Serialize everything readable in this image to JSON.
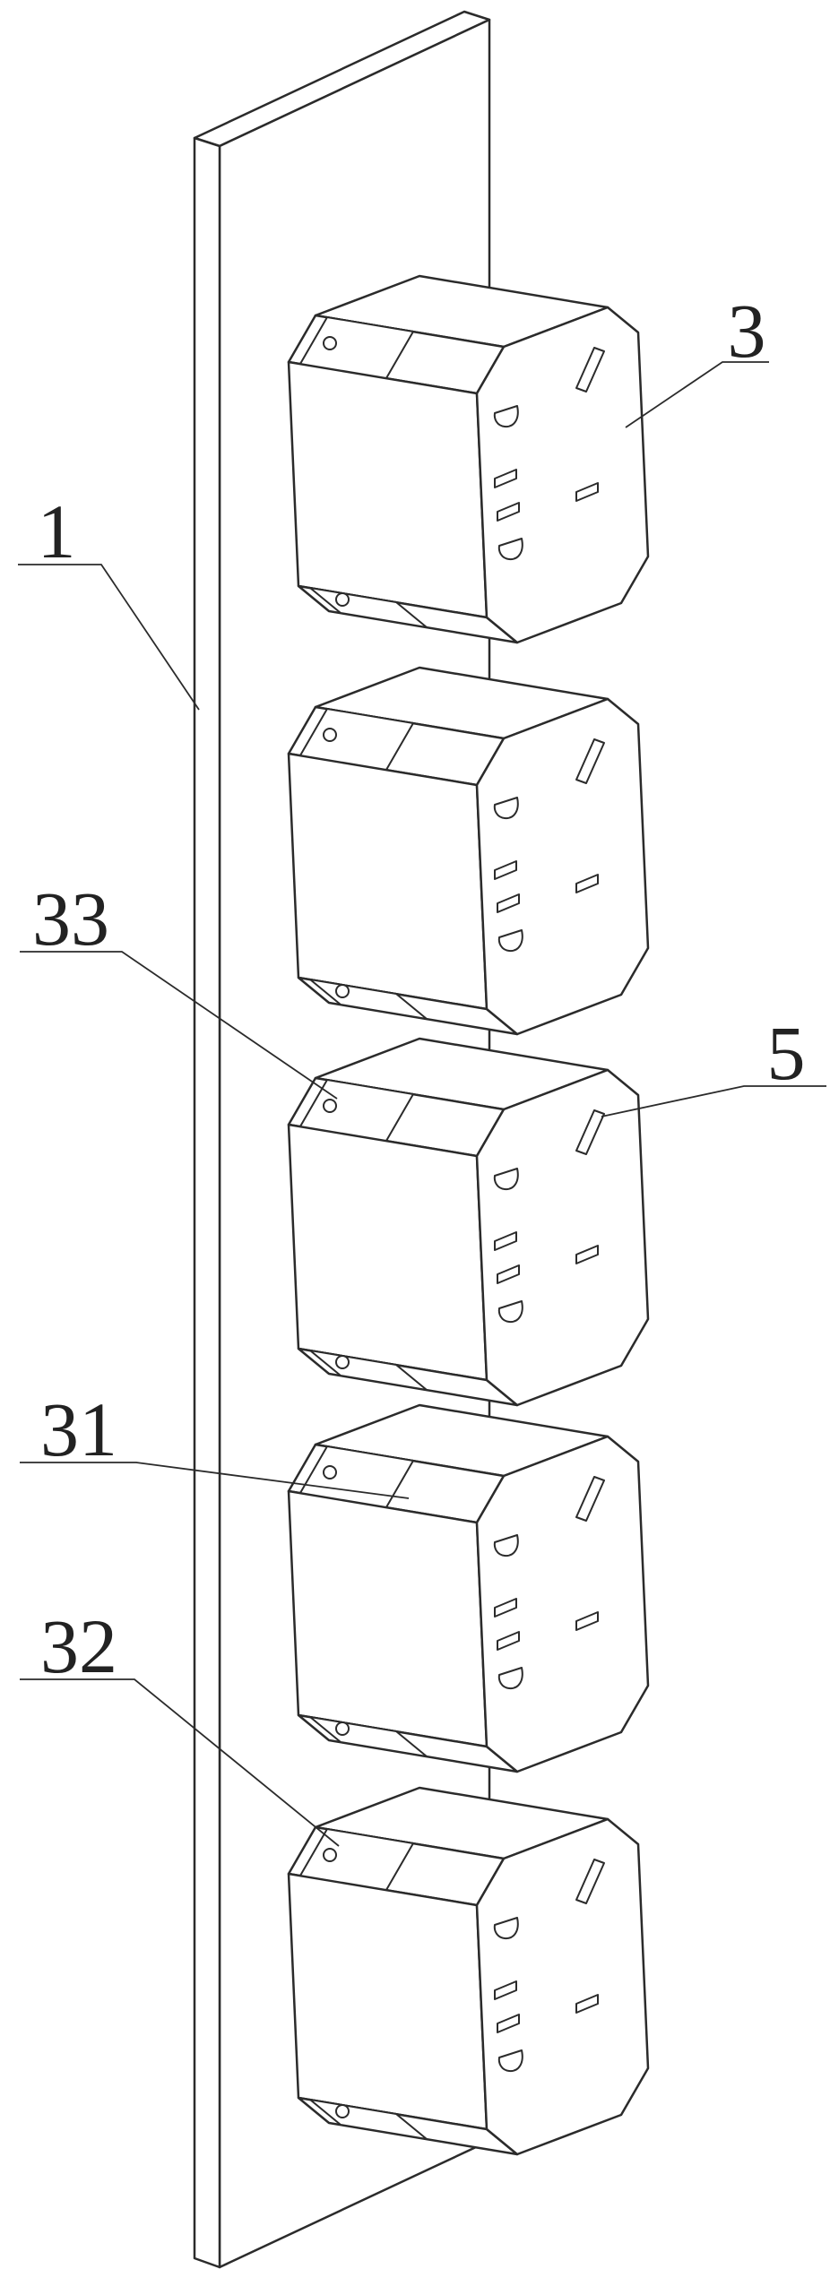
{
  "figure": {
    "background_color": "#ffffff",
    "line_color": "#2b2b2b",
    "socket_count": 5,
    "labels": {
      "l1": "1",
      "l3": "3",
      "l33": "33",
      "l5": "5",
      "l31": "31",
      "l32": "32"
    }
  }
}
